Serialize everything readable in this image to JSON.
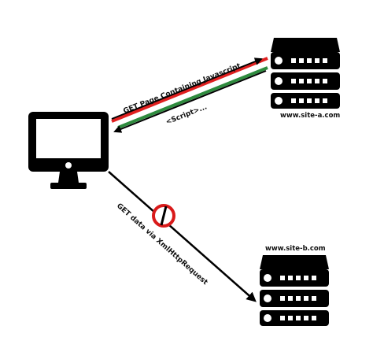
{
  "colors": {
    "outline": "#000000",
    "request_arrow": "#e02020",
    "response_arrow": "#2e8b3e",
    "blocked": "#d91a1a",
    "background": "#ffffff"
  },
  "servers": {
    "site_a": {
      "label": "www.site-a.com",
      "icon": "server-stack-icon"
    },
    "site_b": {
      "label": "www.site-b.com",
      "icon": "server-stack-icon"
    }
  },
  "client": {
    "icon": "computer-monitor-icon"
  },
  "arrows": {
    "request_a": {
      "label": "GET Page Containing Javascript"
    },
    "response_a": {
      "label": "<Script>..."
    },
    "request_b": {
      "label": "GET data via XmlHttpRequest",
      "blocked_icon": "blocked-icon"
    }
  }
}
